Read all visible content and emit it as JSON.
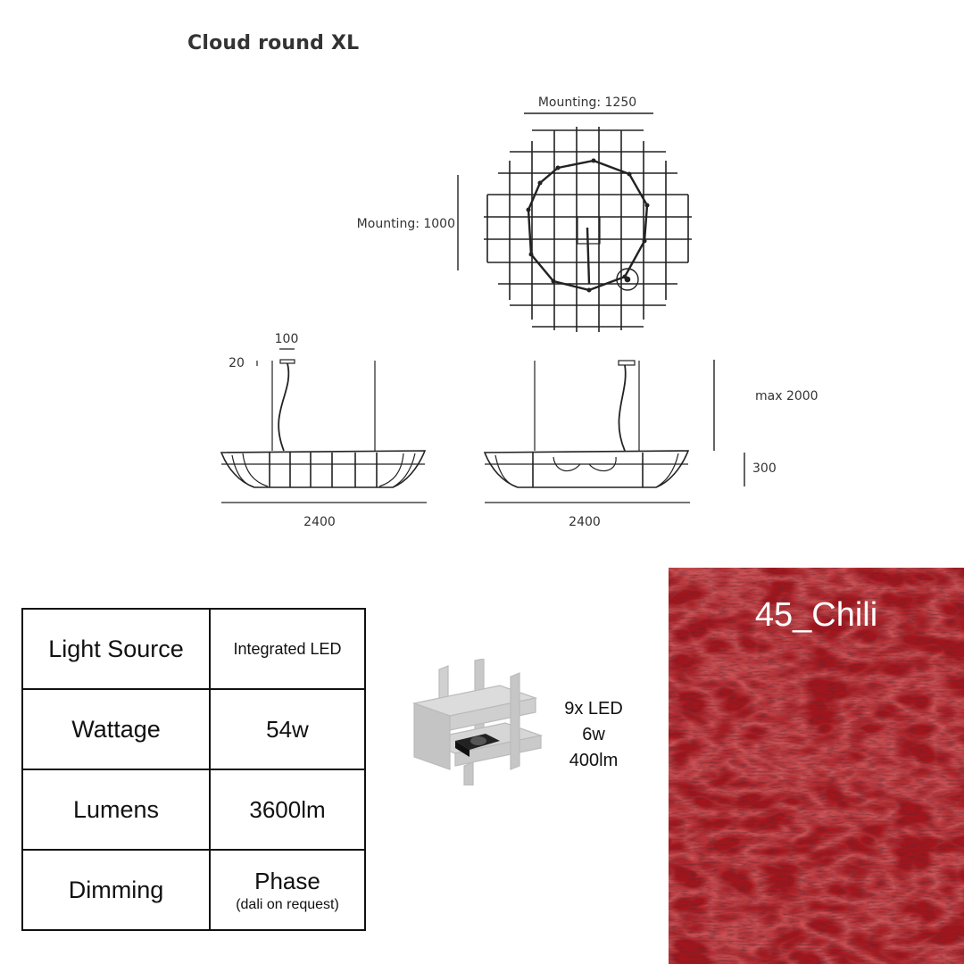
{
  "title": "Cloud round XL",
  "drawing": {
    "mounting_width": "Mounting: 1250",
    "mounting_depth": "Mounting: 1000",
    "canopy_width": "100",
    "canopy_height": "20",
    "max_drop": "max 2000",
    "shade_height": "300",
    "width_front": "2400",
    "width_side": "2400"
  },
  "specs": {
    "rows": [
      {
        "label": "Light Source",
        "value": "Integrated LED"
      },
      {
        "label": "Wattage",
        "value": "54w"
      },
      {
        "label": "Lumens",
        "value": "3600lm"
      },
      {
        "label": "Dimming",
        "value": "Phase",
        "note": "(dali on request)"
      }
    ]
  },
  "led_module": {
    "count": "9x LED",
    "power": "6w",
    "lumens": "400lm"
  },
  "finish": {
    "label": "45_Chili",
    "color": "#a3151c"
  }
}
